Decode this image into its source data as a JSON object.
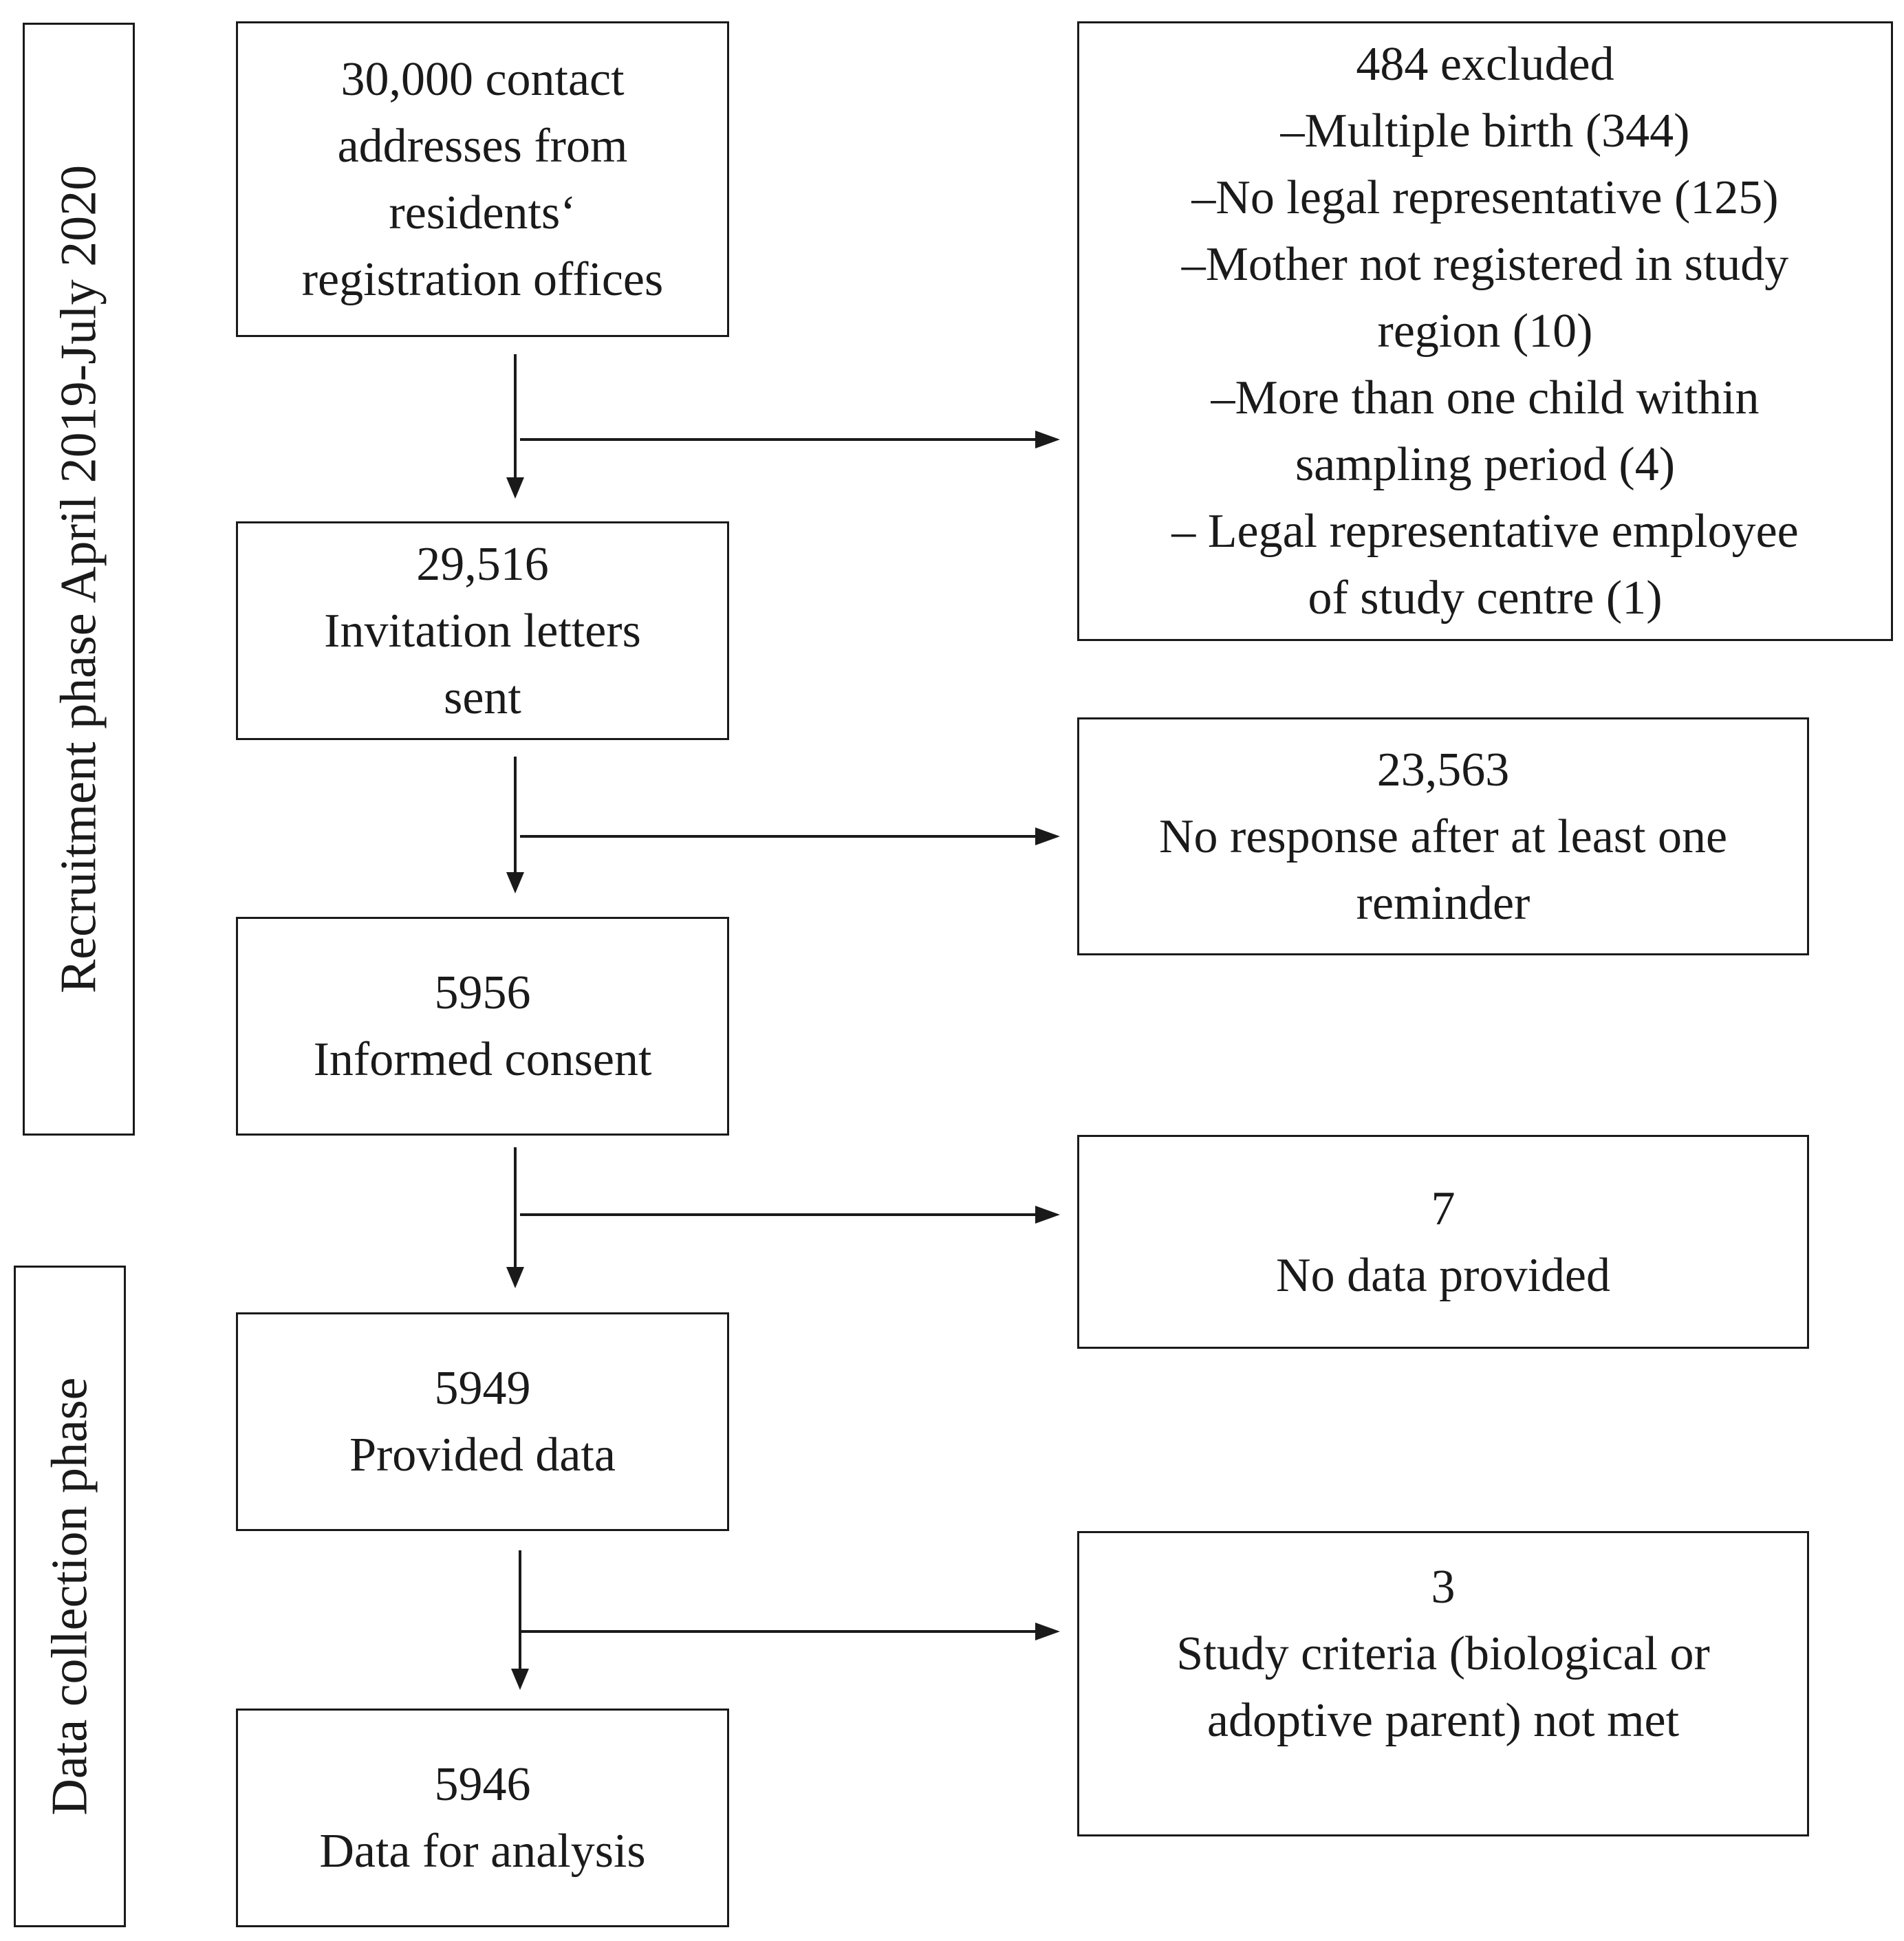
{
  "phases": {
    "recruitment": "Recruitment phase April 2019-July 2020",
    "data_collection": "Data collection phase"
  },
  "main_boxes": {
    "contact_addresses": [
      "30,000 contact",
      "addresses from",
      "residents‘",
      "registration  offices"
    ],
    "invitations": [
      "29,516",
      "Invitation  letters",
      "sent"
    ],
    "consent": [
      "5956",
      "Informed consent"
    ],
    "provided": [
      "5949",
      "Provided data"
    ],
    "analysis": [
      "5946",
      "Data  for analysis"
    ]
  },
  "side_boxes": {
    "excluded": [
      "484 excluded",
      "–Multiple  birth (344)",
      "–No legal representative  (125)",
      "–Mother not registered in  study",
      "region (10)",
      "–More than  one child within",
      "sampling  period (4)",
      "– Legal  representative  employee",
      "of study centre  (1)"
    ],
    "no_response": [
      "23,563",
      "No response after at least one",
      "reminder"
    ],
    "no_data": [
      "7",
      "No data provided"
    ],
    "criteria_not_met": [
      "3",
      "Study criteria  (biological  or",
      "adoptive parent) not met"
    ]
  }
}
